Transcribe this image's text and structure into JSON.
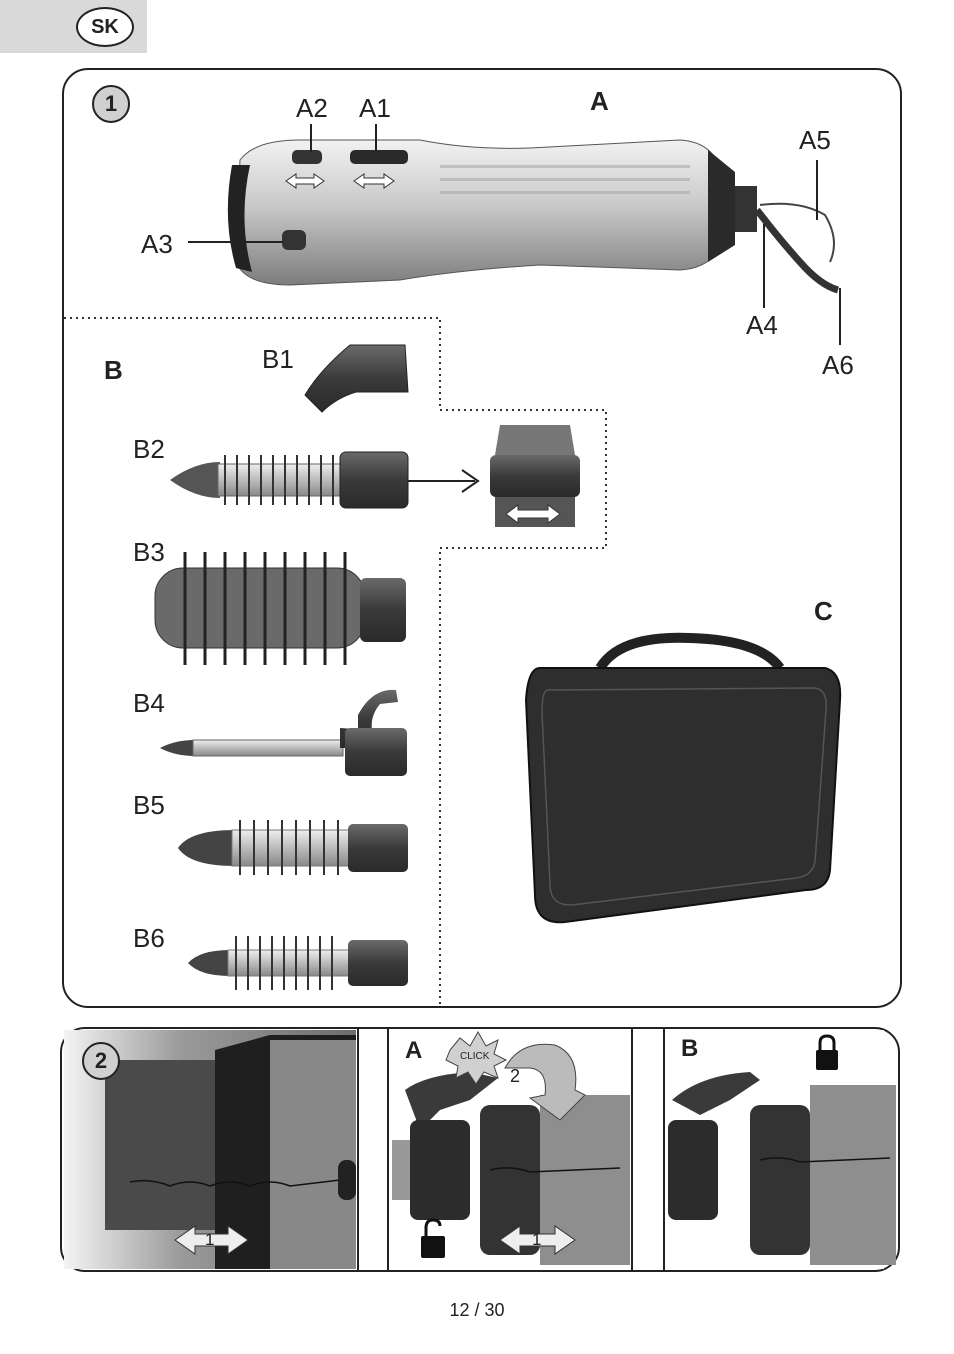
{
  "language_tag": "SK",
  "figure1": {
    "number": "1",
    "section_a": "A",
    "section_b": "B",
    "section_c": "C",
    "labels": {
      "a1": "A1",
      "a2": "A2",
      "a3": "A3",
      "a4": "A4",
      "a5": "A5",
      "a6": "A6",
      "b1": "B1",
      "b2": "B2",
      "b3": "B3",
      "b4": "B4",
      "b5": "B5",
      "b6": "B6"
    }
  },
  "figure2": {
    "number": "2",
    "panel_a": "A",
    "panel_b": "B",
    "click_text": "CLICK",
    "step_rotate": "2",
    "step_slide": "1",
    "step_slide_a": "1"
  },
  "footer": {
    "page": "12 / 30"
  }
}
